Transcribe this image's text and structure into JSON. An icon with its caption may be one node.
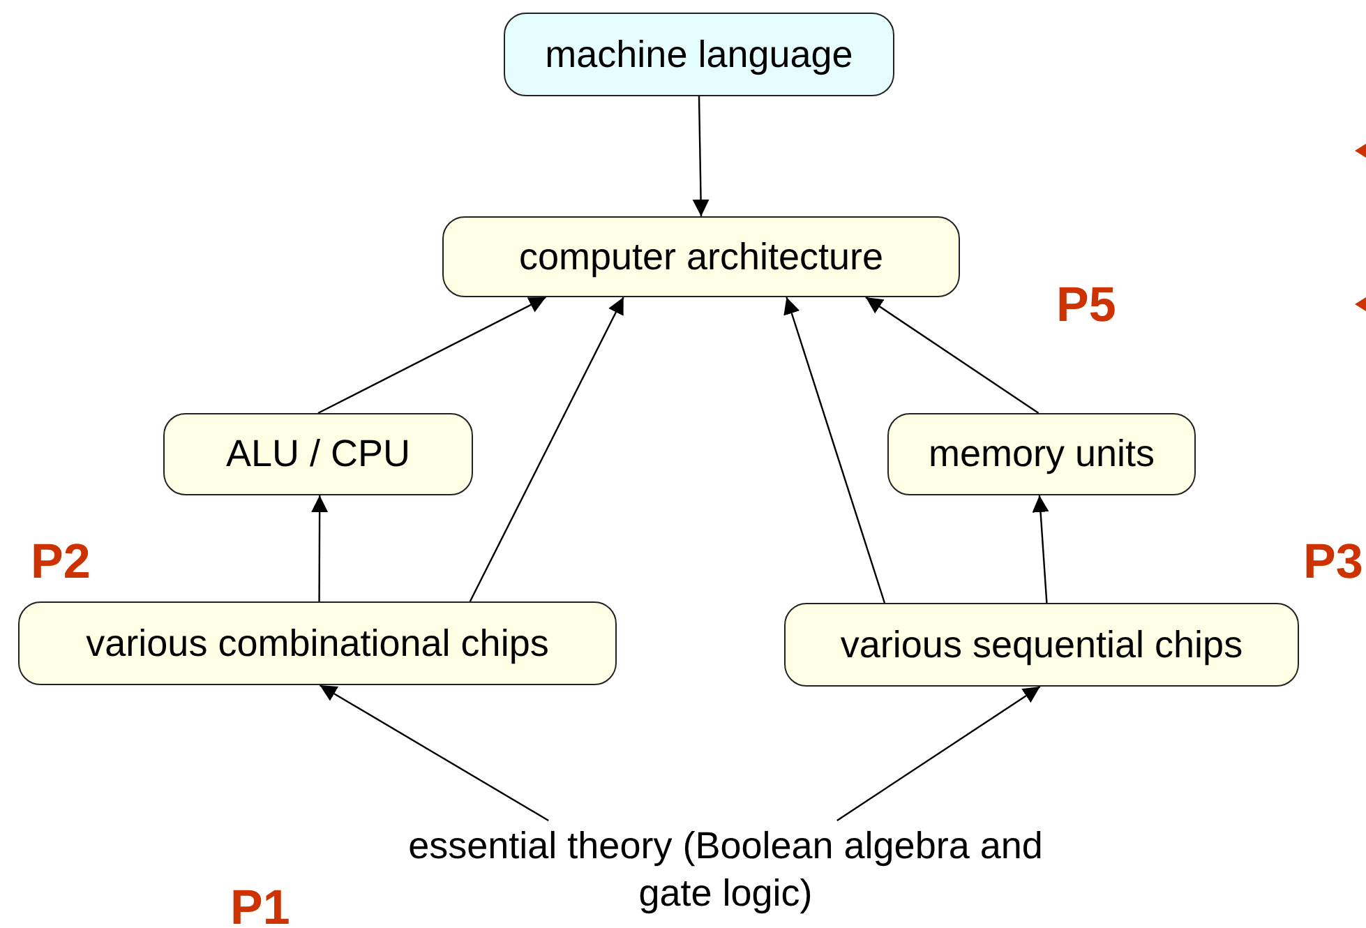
{
  "diagram": {
    "nodes": [
      {
        "text": [
          "machine language"
        ]
      },
      {
        "text": [
          "computer architecture"
        ]
      },
      {
        "text": [
          "ALU / CPU"
        ]
      },
      {
        "text": [
          "memory units"
        ]
      },
      {
        "text": [
          "various combinational chips"
        ]
      },
      {
        "text": [
          "various sequential chips"
        ]
      },
      {
        "text": [
          "essential theory (Boolean algebra and gate logic)"
        ]
      }
    ],
    "edges": [
      {
        "from": 0,
        "to": 1,
        "arrow": "to"
      },
      {
        "from": 2,
        "to": 1,
        "arrow": "to"
      },
      {
        "from": 4,
        "to": 1,
        "arrow": "to"
      },
      {
        "from": 5,
        "to": 1,
        "arrow": "to"
      },
      {
        "from": 3,
        "to": 1,
        "arrow": "to"
      },
      {
        "from": 4,
        "to": 2,
        "arrow": "to"
      },
      {
        "from": 5,
        "to": 3,
        "arrow": "to"
      },
      {
        "from": 6,
        "to": 4,
        "arrow": "to"
      },
      {
        "from": 6,
        "to": 5,
        "arrow": "to"
      }
    ],
    "labels": [
      "P5",
      "P2",
      "P3",
      "P1"
    ]
  }
}
